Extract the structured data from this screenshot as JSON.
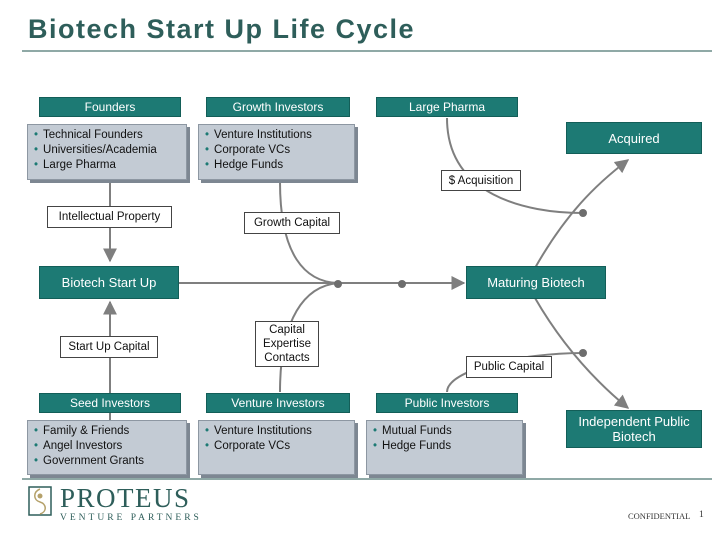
{
  "title": "Biotech Start Up Life Cycle",
  "headers": {
    "founders": "Founders",
    "growth_investors": "Growth Investors",
    "large_pharma": "Large Pharma",
    "seed_investors": "Seed Investors",
    "venture_investors": "Venture Investors",
    "public_investors": "Public Investors"
  },
  "lists": {
    "founders": [
      "Technical Founders",
      "Universities/Academia",
      "Large Pharma"
    ],
    "growth_investors": [
      "Venture Institutions",
      "Corporate VCs",
      "Hedge Funds"
    ],
    "seed_investors": [
      "Family & Friends",
      "Angel Investors",
      "Government Grants"
    ],
    "venture_investors": [
      "Venture Institutions",
      "Corporate VCs"
    ],
    "public_investors": [
      "Mutual Funds",
      "Hedge Funds"
    ]
  },
  "stages": {
    "start_up": "Biotech Start Up",
    "maturing": "Maturing Biotech",
    "acquired": "Acquired",
    "independent": "Independent Public Biotech"
  },
  "labels": {
    "intellectual_property": "Intellectual Property",
    "start_up_capital": "Start Up Capital",
    "growth_capital": "Growth Capital",
    "capital": "Capital",
    "expertise": "Expertise",
    "contacts": "Contacts",
    "acquisition": "$ Acquisition",
    "public_capital": "Public Capital"
  },
  "logo": {
    "name": "PROTEUS",
    "tagline": "VENTURE PARTNERS"
  },
  "footer": {
    "confidential": "CONFIDENTIAL",
    "page": "1"
  },
  "colors": {
    "teal": "#1d7a74",
    "list_fill": "#c3cbd4",
    "title": "#2e5e5a",
    "connector": "#7f7f7f"
  }
}
